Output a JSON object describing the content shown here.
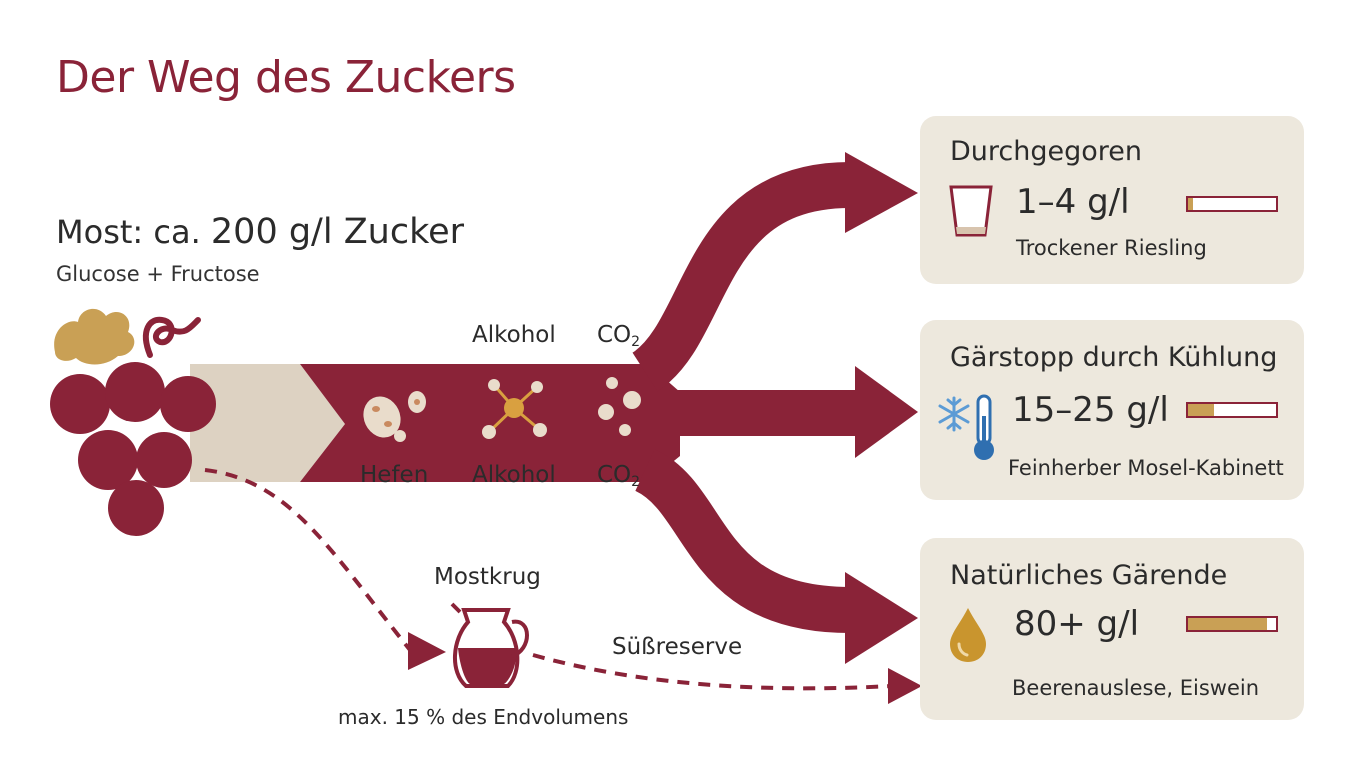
{
  "title": "Der Weg des Zuckers",
  "most": {
    "prefix": "Most: ca. ",
    "amount": "200 g/l Zucker",
    "subtitle": "Glucose + Fructose"
  },
  "stream": {
    "label_alkohol_top": "Alkohol",
    "label_co2_top": "CO",
    "label_co2_top_sub": "2",
    "label_hefen": "Hefen",
    "label_alkohol_bottom": "Alkohol",
    "label_co2_bottom": "CO",
    "label_co2_bottom_sub": "2"
  },
  "reserve": {
    "jug_label": "Mostkrug",
    "path_label": "Süßreserve",
    "note": "max. 15 % des Endvolumens"
  },
  "outcomes": [
    {
      "title": "Durchgegoren",
      "value": "1–4 g/l",
      "example": "Trockener Riesling",
      "icon": "glass-icon",
      "level": 0.06
    },
    {
      "title": "Gärstopp durch Kühlung",
      "value": "15–25 g/l",
      "example": "Feinherber Mosel-Kabinett",
      "icon": "thermometer-icon",
      "level": 0.3
    },
    {
      "title": "Natürliches Gärende",
      "value": "80+ g/l",
      "example": "Beerenauslese, Eiswein",
      "icon": "drop-icon",
      "level": 0.9
    }
  ],
  "colors": {
    "wine": "#8a2338",
    "gold": "#c9a055",
    "beige": "#ddd2c2",
    "card": "#ede8dd",
    "ice": "#5b9bd5"
  }
}
